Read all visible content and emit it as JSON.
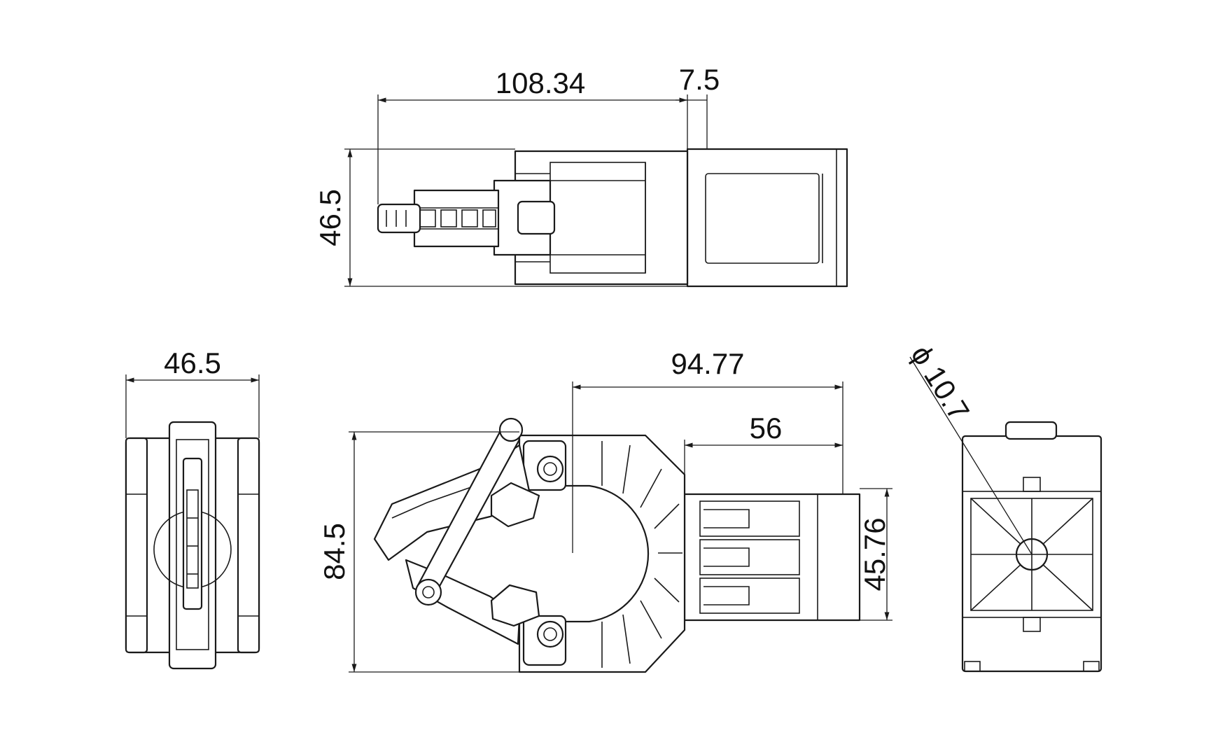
{
  "dimensions": {
    "top_view": {
      "length": "108.34",
      "offset": "7.5",
      "height": "46.5"
    },
    "side_view": {
      "width": "46.5"
    },
    "front_view": {
      "length": "94.77",
      "depth": "56",
      "height": "84.5",
      "body_height": "45.76"
    },
    "end_view": {
      "diameter": "ϕ 10.7"
    }
  },
  "colors": {
    "line": "#1a1a1a",
    "background": "#ffffff"
  }
}
